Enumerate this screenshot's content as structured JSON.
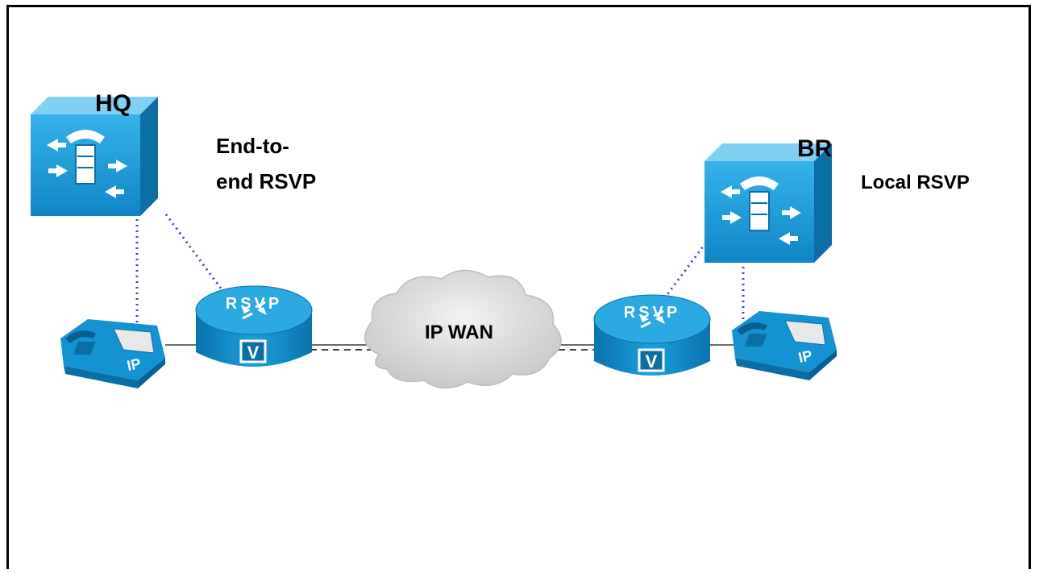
{
  "sites": {
    "hq": {
      "name": "HQ",
      "rsvp_label_line1": "End-to-",
      "rsvp_label_line2": "end RSVP"
    },
    "br": {
      "name": "BR",
      "rsvp_label": "Local RSVP"
    }
  },
  "wan": {
    "label": "IP WAN"
  },
  "devices": {
    "router_text": "RSVP",
    "router_badge": "V",
    "phone_text": "IP"
  },
  "colors": {
    "device_blue": "#1a9bd7",
    "device_dark": "#0b6fa6",
    "link_dotted": "#3b3bff",
    "cloud": "#d9d9d9"
  }
}
